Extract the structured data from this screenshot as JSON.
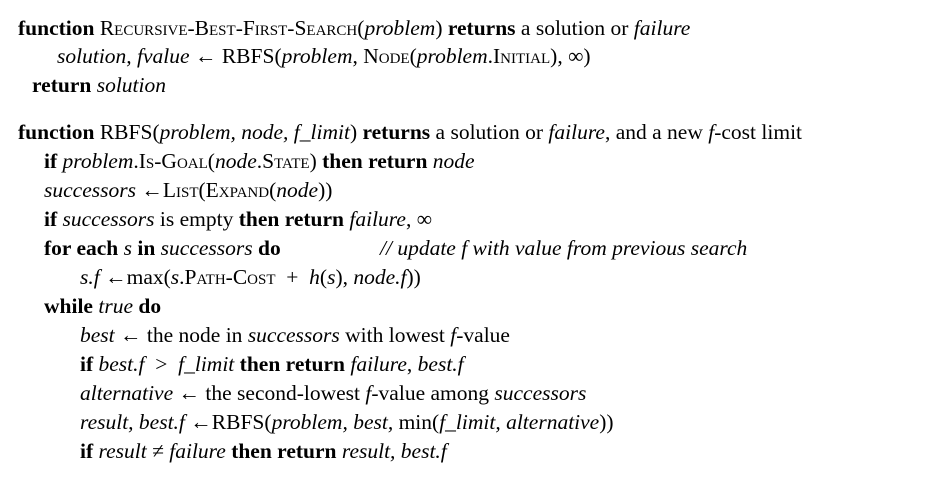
{
  "func1": {
    "header": {
      "kw_function": "function",
      "name": "Recursive-Best-First-Search",
      "paren_open": "(",
      "param": "problem",
      "paren_close": ")",
      "kw_returns": "returns",
      "tail": "a solution or",
      "failure": "failure"
    },
    "line2": {
      "lhs": "solution, fvalue",
      "arrow": "←",
      "call": "RBFS",
      "paren_open": "(",
      "arg1": "problem",
      "comma": ",",
      "node_fn": "Node",
      "paren_open2": "(",
      "arg2a": "problem",
      "dot": ".",
      "initial": "Initial",
      "close": "),",
      "infinity": "∞",
      "paren_close": ")"
    },
    "line3": {
      "kw_return": "return",
      "value": "solution"
    }
  },
  "func2": {
    "header": {
      "kw_function": "function",
      "name": "RBFS",
      "paren_open": "(",
      "params": "problem, node, f_limit",
      "paren_close": ")",
      "kw_returns": "returns",
      "tail1": "a solution or",
      "failure": "failure",
      "tail2": ", and a new",
      "f": "f",
      "tail3": "-cost limit"
    },
    "l1": {
      "kw_if": "if",
      "problem": "problem",
      "dot": ".",
      "isgoal": "Is-Goal",
      "paren_open": "(",
      "node": "node",
      "dot2": ".",
      "state": "State",
      "paren_close": ")",
      "kw_then": "then return",
      "ret": "node"
    },
    "l2": {
      "lhs": "successors",
      "arrow": "←",
      "list": "List",
      "paren_open": "(",
      "expand": "Expand",
      "paren_open2": "(",
      "node": "node",
      "close": "))"
    },
    "l3": {
      "kw_if": "if",
      "var": "successors",
      "mid": "is empty",
      "kw_then": "then return",
      "failure": "failure",
      "comma": ",",
      "infinity": "∞"
    },
    "l4": {
      "kw_for": "for each",
      "s": "s",
      "kw_in": "in",
      "succ": "successors",
      "kw_do": "do",
      "comment": "// update f with value from previous search"
    },
    "l5": {
      "lhs": "s.f",
      "arrow": "←",
      "max": "max(",
      "s": "s",
      "dot": ".",
      "pathcost": "Path-Cost",
      "plus": "+",
      "h": "h",
      "hs_open": "(",
      "hs_s": "s",
      "hs_close": "),",
      "nodef": "node.f",
      "close": "))"
    },
    "l6": {
      "kw_while": "while",
      "cond": "true",
      "kw_do": "do"
    },
    "l7": {
      "lhs": "best",
      "arrow": "←",
      "t1": "the node in",
      "succ": "successors",
      "t2": "with lowest",
      "f": "f",
      "t3": "-value"
    },
    "l8": {
      "kw_if": "if",
      "bestf": "best.f",
      "gt": ">",
      "flimit": "f_limit",
      "kw_then": "then return",
      "failure": "failure",
      "comma": ",",
      "bestf2": "best.f"
    },
    "l9": {
      "lhs": "alternative",
      "arrow": "←",
      "t1": "the second-lowest",
      "f": "f",
      "t2": "-value among",
      "succ": "successors"
    },
    "l10": {
      "lhs": "result, best.f",
      "arrow": "←",
      "call": "RBFS",
      "paren_open": "(",
      "args": "problem, best,",
      "min": "min(",
      "margs": "f_limit, alternative",
      "close": "))"
    },
    "l11": {
      "kw_if": "if",
      "result": "result",
      "neq": "≠",
      "failure": "failure",
      "kw_then": "then return",
      "ret": "result, best.f"
    }
  }
}
